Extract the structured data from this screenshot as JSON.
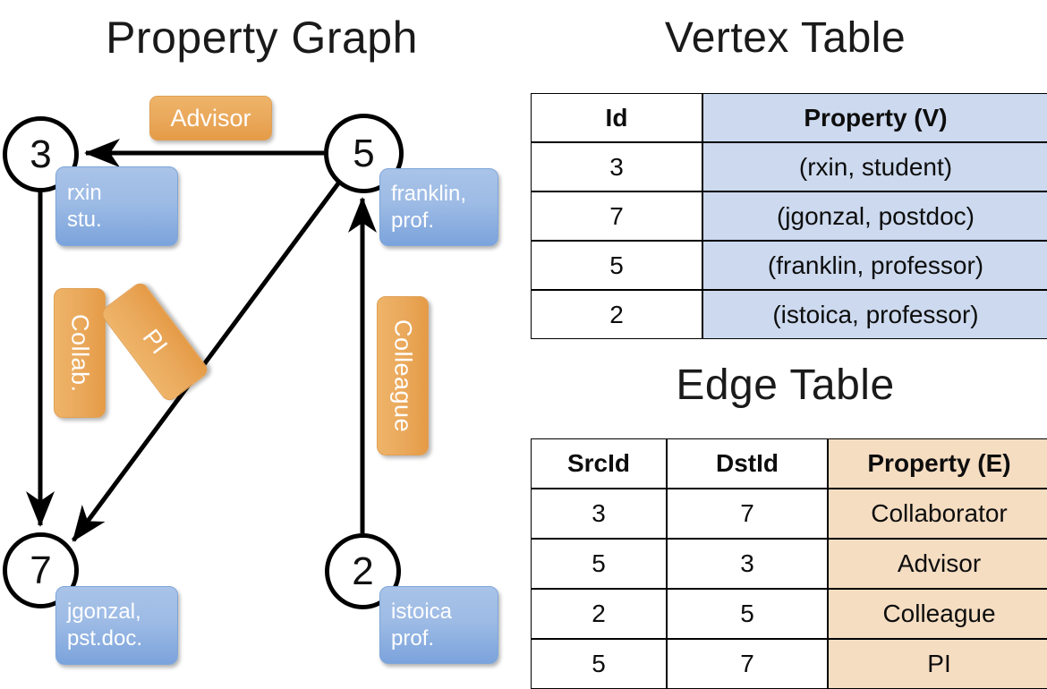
{
  "titles": {
    "property_graph": "Property Graph",
    "vertex_table": "Vertex Table",
    "edge_table": "Edge Table"
  },
  "graph": {
    "vertices": [
      {
        "id": "3",
        "name_line1": "rxin",
        "name_line2": "stu."
      },
      {
        "id": "5",
        "name_line1": "franklin,",
        "name_line2": "prof."
      },
      {
        "id": "7",
        "name_line1": "jgonzal,",
        "name_line2": "pst.doc."
      },
      {
        "id": "2",
        "name_line1": "istoica",
        "name_line2": "prof."
      }
    ],
    "edge_labels": {
      "advisor": "Advisor",
      "collab": "Collab.",
      "pi": "PI",
      "colleague": "Colleague"
    }
  },
  "vertex_table": {
    "headers": [
      "Id",
      "Property (V)"
    ],
    "rows": [
      {
        "id": "3",
        "property": "(rxin, student)"
      },
      {
        "id": "7",
        "property": "(jgonzal, postdoc)"
      },
      {
        "id": "5",
        "property": "(franklin, professor)"
      },
      {
        "id": "2",
        "property": "(istoica, professor)"
      }
    ]
  },
  "edge_table": {
    "headers": [
      "SrcId",
      "DstId",
      "Property (E)"
    ],
    "rows": [
      {
        "src": "3",
        "dst": "7",
        "property": "Collaborator"
      },
      {
        "src": "5",
        "dst": "3",
        "property": "Advisor"
      },
      {
        "src": "2",
        "dst": "5",
        "property": "Colleague"
      },
      {
        "src": "5",
        "dst": "7",
        "property": "PI"
      }
    ]
  },
  "colors": {
    "vertex_property_fill": "#ccd9ee",
    "edge_property_fill": "#f5ddc2",
    "vertex_box_blue": "#9dbbe5",
    "edge_label_orange": "#eaa95c",
    "stroke": "#000000"
  }
}
